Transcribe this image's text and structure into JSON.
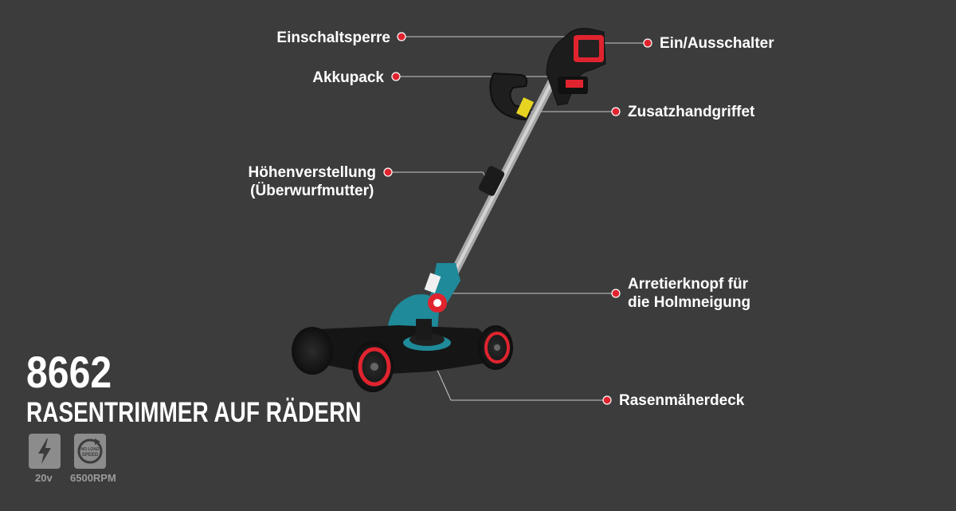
{
  "labels": {
    "einschaltsperre": "Einschaltsperre",
    "ein_ausschalter": "Ein/Ausschalter",
    "akkupack": "Akkupack",
    "zusatzhandgriff": "Zusatzhandgriffet",
    "hoehenverstellung_line1": "Höhenverstellung",
    "hoehenverstellung_line2": "(Überwurfmutter)",
    "arretierknopf_line1": "Arretierknopf für",
    "arretierknopf_line2": "die Holmneigung",
    "rasenmaeherdeck": "Rasenmäherdeck"
  },
  "product": {
    "model": "8662",
    "name": "RASENTRIMMER AUF RÄDERN"
  },
  "specs": {
    "voltage_label": "20v",
    "speed_label": "6500RPM",
    "speed_icon_text_top": "NO LOAD",
    "speed_icon_text_bottom": "SPEED",
    "voltage_icon": "lightning-bolt-icon",
    "speed_icon": "rotation-arrow-icon"
  },
  "colors": {
    "background": "#3c3c3c",
    "accent_red": "#e0242f",
    "teal": "#1f8a99",
    "text": "#ffffff"
  }
}
